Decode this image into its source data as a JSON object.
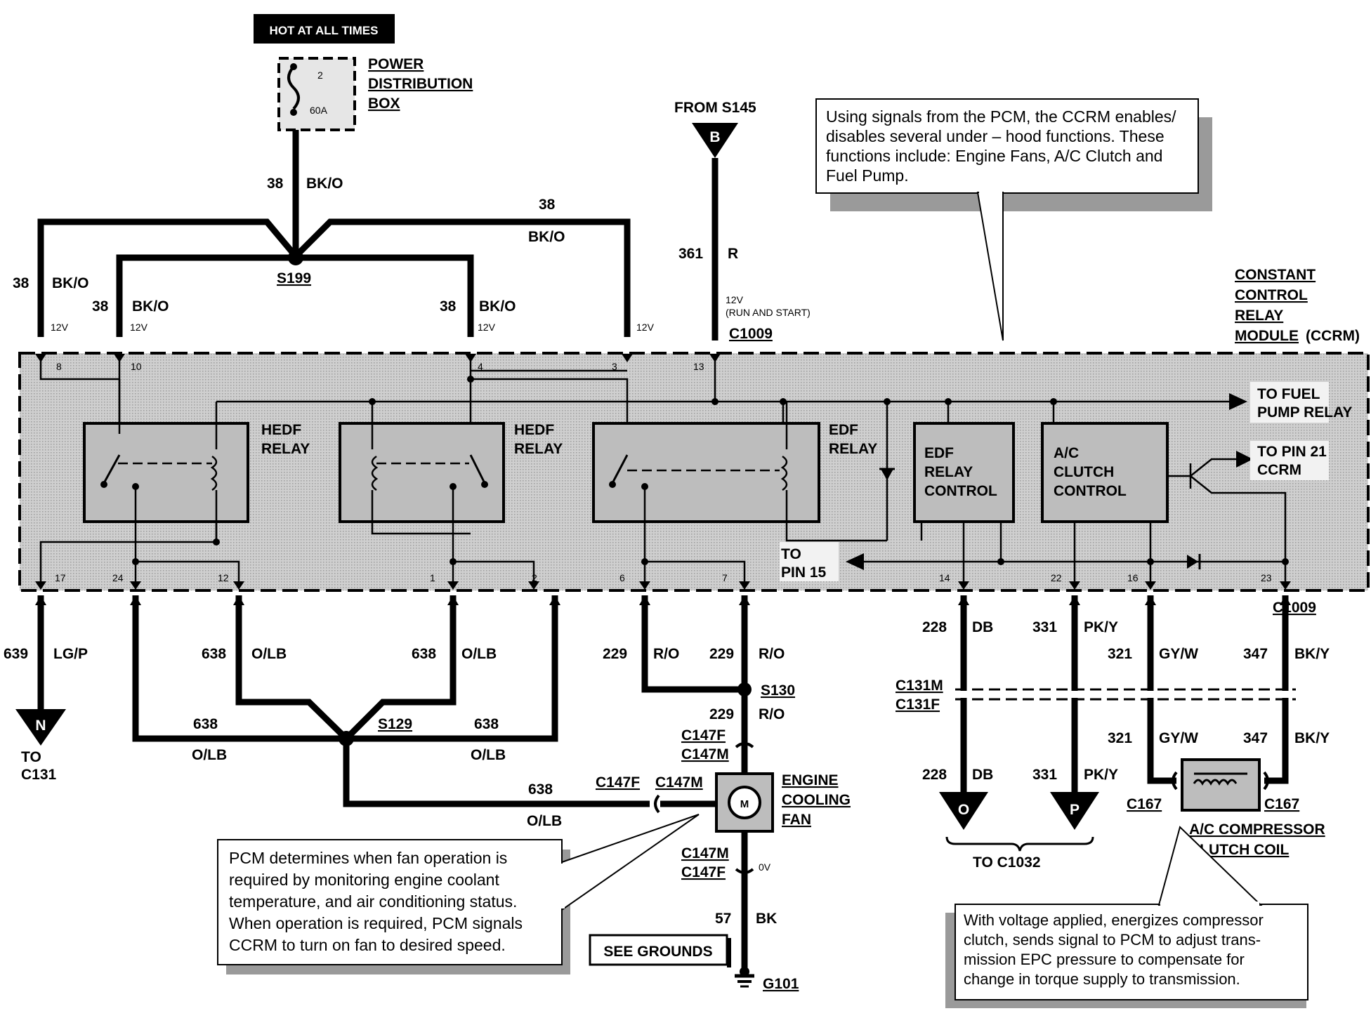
{
  "labels": {
    "hot_at_all_times": "HOT AT ALL TIMES",
    "fuse_number": "2",
    "fuse_rating": "60A",
    "pdb_line1": "POWER",
    "pdb_line2": "DISTRIBUTION",
    "pdb_line3": "BOX",
    "from_s145": "FROM S145",
    "connector_b": "B",
    "circuit_38": "38",
    "color_bk_o": "BK/O",
    "splice_s199": "S199",
    "circuit_361": "361",
    "color_r": "R",
    "voltage_12v": "12V",
    "run_start_1": "12V",
    "run_start_2": "(RUN AND START)",
    "c1009": "C1009",
    "ccrm_line1": "CONSTANT",
    "ccrm_line2": "CONTROL",
    "ccrm_line3": "RELAY",
    "ccrm_line4a": "MODULE",
    "ccrm_line4b": "(CCRM)",
    "pin_8": "8",
    "pin_10": "10",
    "pin_4": "4",
    "pin_3": "3",
    "pin_13": "13",
    "pin_17": "17",
    "pin_24": "24",
    "pin_12": "12",
    "pin_1": "1",
    "pin_2": "2",
    "pin_6": "6",
    "pin_7": "7",
    "pin_14": "14",
    "pin_22": "22",
    "pin_16": "16",
    "pin_23": "23",
    "hedf_1": "HEDF",
    "hedf_2": "RELAY",
    "edf_1": "EDF",
    "edf_2": "RELAY",
    "edf_ctl_1": "EDF",
    "edf_ctl_2": "RELAY",
    "edf_ctl_3": "CONTROL",
    "ac_ctl_1": "A/C",
    "ac_ctl_2": "CLUTCH",
    "ac_ctl_3": "CONTROL",
    "to_fuel_1": "TO FUEL",
    "to_fuel_2": "PUMP RELAY",
    "to_pin21_1": "TO PIN 21",
    "to_pin21_2": "CCRM",
    "to_pin15_1": "TO",
    "to_pin15_2": "PIN 15",
    "circuit_639": "639",
    "color_lg_p": "LG/P",
    "connector_n": "N",
    "to_c131_1": "TO",
    "to_c131_2": "C131",
    "circuit_638": "638",
    "color_o_lb": "O/LB",
    "splice_s129": "S129",
    "circuit_229": "229",
    "color_r_o": "R/O",
    "splice_s130": "S130",
    "c147f": "C147F",
    "c147m": "C147M",
    "fan_1": "ENGINE",
    "fan_2": "COOLING",
    "fan_3": "FAN",
    "motor_m": "M",
    "voltage_0v": "0V",
    "circuit_57": "57",
    "color_bk": "BK",
    "ground_g101": "G101",
    "see_grounds": "SEE GROUNDS",
    "circuit_228": "228",
    "color_db": "DB",
    "circuit_331": "331",
    "color_pk_y": "PK/Y",
    "circuit_321": "321",
    "color_gy_w": "GY/W",
    "circuit_347": "347",
    "color_bk_y": "BK/Y",
    "c131m": "C131M",
    "c131f": "C131F",
    "connector_o": "O",
    "connector_p": "P",
    "to_c1032": "TO C1032",
    "c167": "C167",
    "ac_coil_1": "A/C COMPRESSOR",
    "ac_coil_2": "CLUTCH COIL"
  },
  "notes": {
    "ccrm_note": [
      "Using signals from the PCM, the CCRM enables/",
      "disables several under – hood functions.  These",
      "functions include:  Engine Fans, A/C Clutch and",
      "Fuel Pump."
    ],
    "pcm_note": [
      "PCM determines when fan operation is",
      "required by monitoring engine coolant",
      "temperature, and air conditioning status.",
      "When operation is required, PCM signals",
      "CCRM to turn on fan to desired speed."
    ],
    "clutch_note": [
      "With voltage applied, energizes compressor",
      "clutch, sends signal to PCM to adjust trans-",
      "mission EPC pressure to compensate for",
      "change in torque supply to transmission."
    ]
  }
}
